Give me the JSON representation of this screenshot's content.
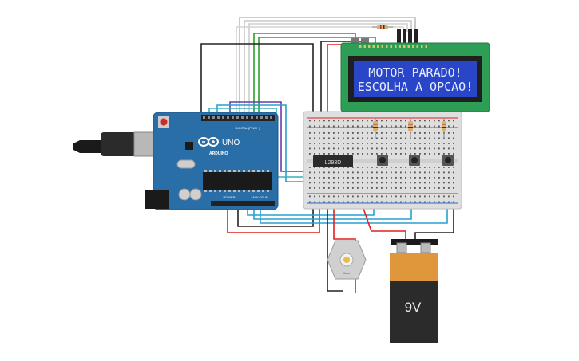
{
  "lcd": {
    "line1": "MOTOR PARADO!",
    "line2": "ESCOLHA A OPCAO!"
  },
  "arduino": {
    "brand": "ARDUINO",
    "model": "UNO",
    "digital_label": "DIGITAL (PWM~)",
    "analog_label": "ANALOG IN",
    "power_label": "POWER"
  },
  "driver_chip": {
    "label": "L293D"
  },
  "battery": {
    "label": "9V"
  },
  "motor": {
    "label": "Motor"
  },
  "colors": {
    "board": "#2a6ea8",
    "lcd_pcb": "#2e9e57",
    "lcd_screen": "#2a46c8",
    "wire_red": "#e02020",
    "wire_black": "#222222",
    "wire_blue": "#2aa0d0",
    "wire_green": "#2aa02a",
    "wire_purple": "#6a3aa8",
    "battery_top": "#e0963a",
    "battery_body": "#2b2b2b",
    "breadboard": "#dedede"
  }
}
